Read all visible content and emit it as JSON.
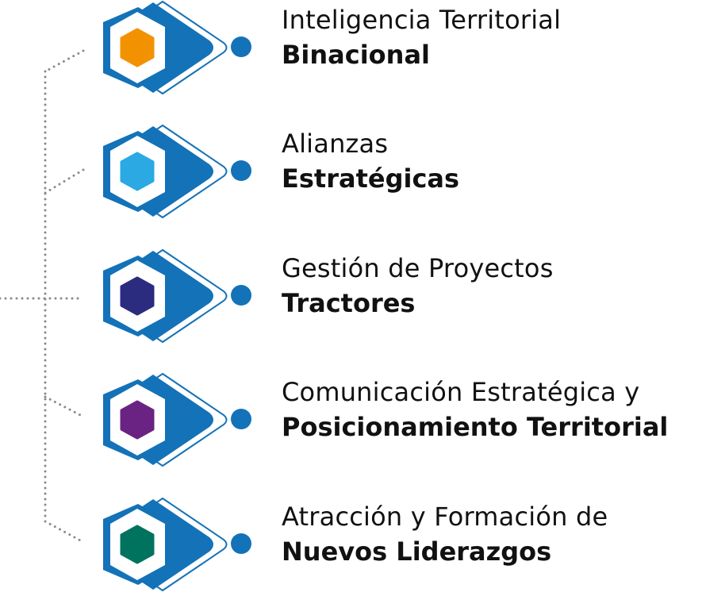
{
  "colors": {
    "brand_blue": "#1372b8",
    "connector": "#8a8a8a",
    "text": "#111111"
  },
  "items": [
    {
      "line1": "Inteligencia Territorial",
      "line2": "Binacional",
      "color": "#f39200"
    },
    {
      "line1": "Alianzas",
      "line2": "Estratégicas",
      "color": "#2aa9e3"
    },
    {
      "line1": "Gestión de Proyectos",
      "line2": "Tractores",
      "color": "#2b2b80"
    },
    {
      "line1": "Comunicación Estratégica y",
      "line2": "Posicionamiento Territorial",
      "color": "#6a2382"
    },
    {
      "line1": "Atracción y Formación de",
      "line2": "Nuevos Liderazgos",
      "color": "#00735f"
    }
  ]
}
